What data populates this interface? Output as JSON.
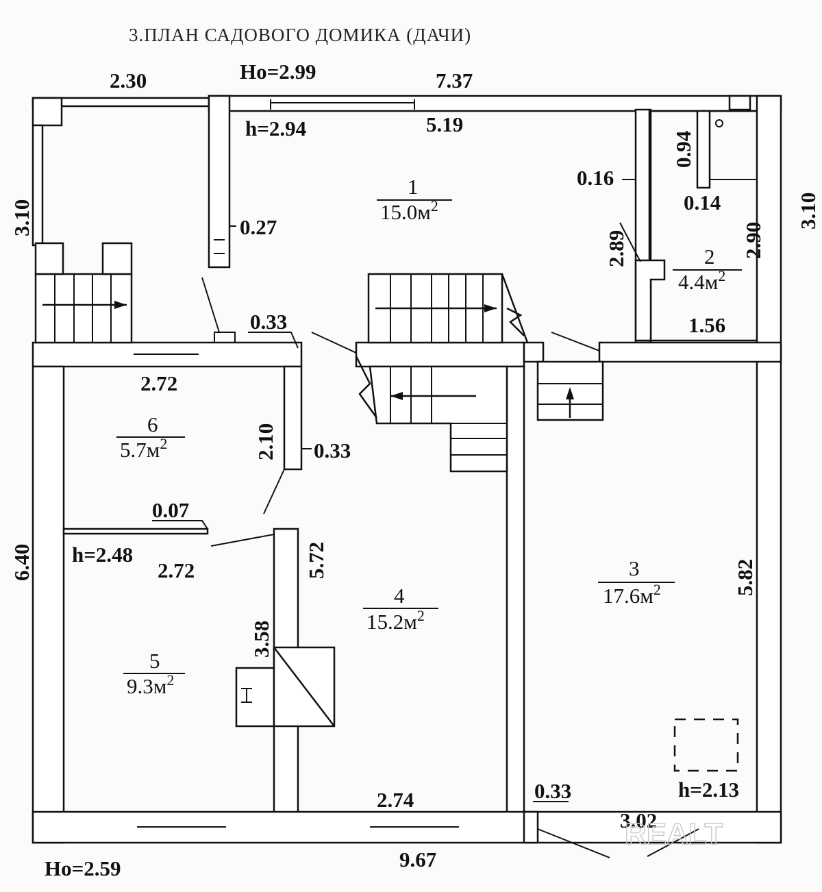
{
  "title": "3.ПЛАН САДОВОГО ДОМИКА (ДАЧИ)",
  "dimensions": {
    "top_left_width": "2.30",
    "outer_height_top": "Ho=2.99",
    "top_width": "7.37",
    "room1_height": "h=2.94",
    "room1_width": "5.19",
    "left_upper": "3.10",
    "right_upper": "3.10",
    "wc_depth": "0.94",
    "wall_016": "0.16",
    "wall_014": "0.14",
    "wall_027": "0.27",
    "bath_289": "2.89",
    "bath_290": "2.90",
    "bath_156": "1.56",
    "wall_033_top": "0.33",
    "room6_width": "2.72",
    "room6_depth": "2.10",
    "wall_033_mid": "0.33",
    "partition_007": "0.07",
    "room5_height": "h=2.48",
    "room5_width": "2.72",
    "room4_depth": "5.72",
    "stove_358": "3.58",
    "left_lower": "6.40",
    "room3_depth": "5.82",
    "room4_width": "2.74",
    "wall_033_bottom": "0.33",
    "room3_width": "3.02",
    "room3_height": "h=2.13",
    "bottom_width": "9.67",
    "outer_height_bottom": "Ho=2.59"
  },
  "rooms": [
    {
      "number": "1",
      "area": "15.0м",
      "sup": "2"
    },
    {
      "number": "2",
      "area": "4.4м",
      "sup": "2"
    },
    {
      "number": "3",
      "area": "17.6м",
      "sup": "2"
    },
    {
      "number": "4",
      "area": "15.2м",
      "sup": "2"
    },
    {
      "number": "5",
      "area": "9.3м",
      "sup": "2"
    },
    {
      "number": "6",
      "area": "5.7м",
      "sup": "2"
    }
  ],
  "watermark": "REALT"
}
